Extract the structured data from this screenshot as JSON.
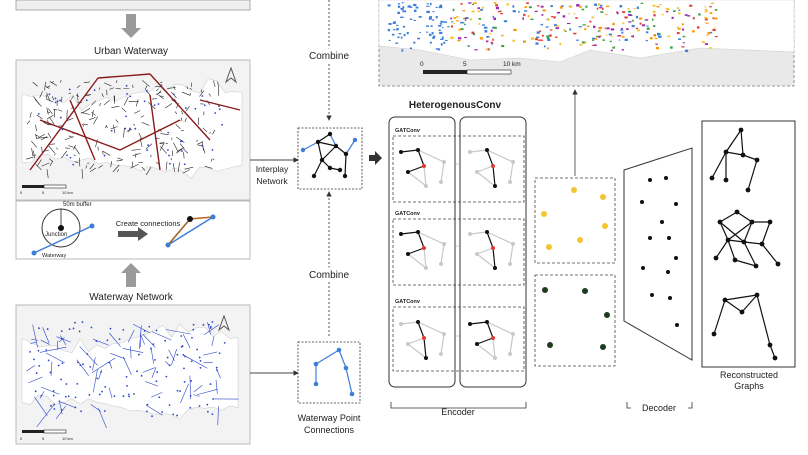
{
  "panels": {
    "urban_waterway": {
      "title": "Urban Waterway",
      "scale_ticks": [
        "0",
        "5",
        "10 km"
      ]
    },
    "connection_inset": {
      "buffer_label": "50m buffer",
      "junction_label": "Junction",
      "waterway_label": "Waterway",
      "action_label": "Create connections"
    },
    "waterway_network": {
      "title": "Waterway Network",
      "scale_ticks": [
        "0",
        "5",
        "10 km"
      ]
    },
    "top_map": {
      "scale_ticks": [
        "0",
        "5",
        "10 km"
      ]
    }
  },
  "flow": {
    "combine_top": "Combine",
    "combine_bottom": "Combine",
    "interplay_label_1": "Interplay",
    "interplay_label_2": "Network",
    "waterway_point_label_1": "Waterway Point",
    "waterway_point_label_2": "Connections"
  },
  "model": {
    "title": "HeterogenousConv",
    "layer_labels": [
      "GATConv",
      "GATConv",
      "GATConv"
    ],
    "encoder_label": "Encoder",
    "decoder_label": "Decoder",
    "output_label_1": "Reconstructed",
    "output_label_2": "Graphs"
  },
  "colors": {
    "edge_dark": "#111111",
    "edge_blue": "#3b7dd8",
    "edge_light": "#c8c8c8",
    "node_red": "#e53935",
    "node_yellow": "#f4c430",
    "node_green": "#1e3d1e",
    "river_red": "#8b1a1a",
    "river_blue": "#2a45c9"
  }
}
